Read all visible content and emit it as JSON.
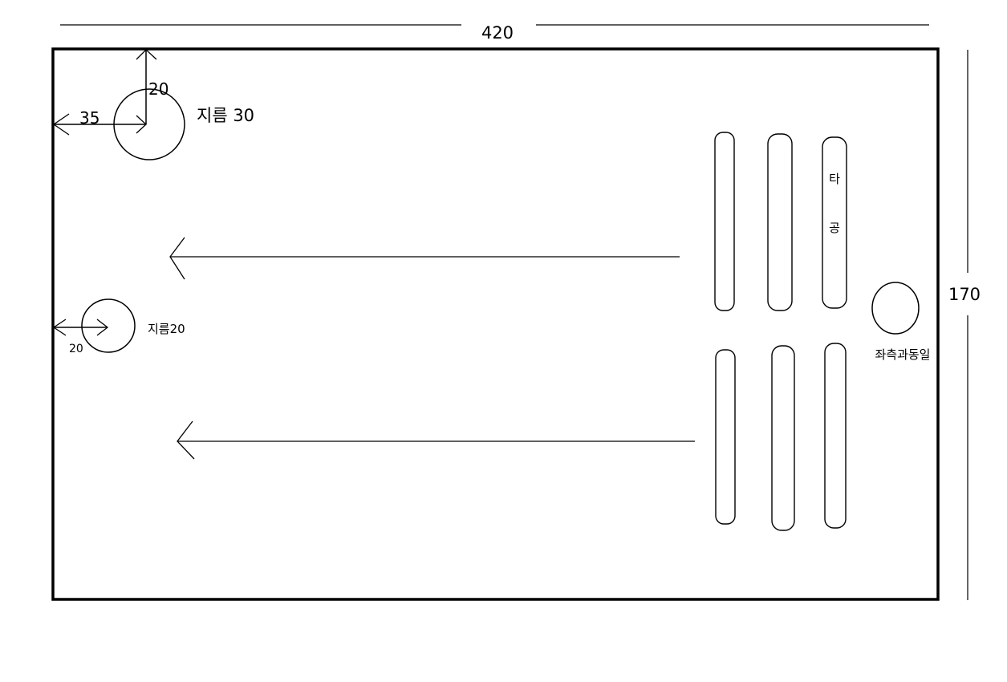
{
  "dimensions": {
    "width_label": "420",
    "height_label": "170"
  },
  "large_hole": {
    "top_offset_label": "20",
    "left_offset_label": "35",
    "diameter_label": "지름 30"
  },
  "small_hole": {
    "left_offset_label": "20",
    "diameter_label": "지름20"
  },
  "slots": {
    "label_char_1": "타",
    "label_char_2": "공"
  },
  "right_hole": {
    "label": "좌측과동일"
  },
  "colors": {
    "line": "#000000",
    "background": "#ffffff"
  }
}
